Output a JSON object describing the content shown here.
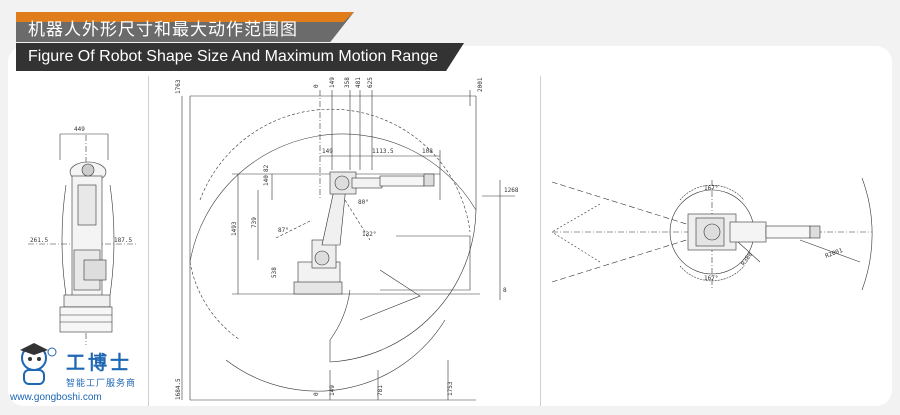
{
  "header": {
    "title_zh": "机器人外形尺寸和最大动作范围图",
    "title_en": "Figure Of Robot Shape Size And Maximum Motion Range"
  },
  "colors": {
    "accent": "#e07c1a",
    "banner": "#6b6b6b",
    "subbar": "#333333",
    "brand": "#1e67b3"
  },
  "front_view": {
    "width_dim": "449",
    "left_dim": "261.5",
    "right_dim": "187.5"
  },
  "side_view": {
    "top_dims": [
      "0",
      "149",
      "358",
      "481",
      "625"
    ],
    "top_right_dim": "2001",
    "left_top_dim": "1763",
    "left_bottom_dim": "1684.5",
    "arm_dims": [
      "149",
      "1113.5",
      "108"
    ],
    "vert_dims": [
      "140",
      "82",
      "1493",
      "739",
      "538"
    ],
    "angle_dims": [
      "80°",
      "87°",
      "132°"
    ],
    "right_dim": "1268",
    "small_dim": "8",
    "bottom_dims": [
      "0",
      "149",
      "781",
      "1753"
    ]
  },
  "top_view": {
    "angles": [
      "167°",
      "167°"
    ],
    "r_small": "R380",
    "r_large": "R2001"
  },
  "logo": {
    "name": "工博士",
    "sub": "智能工厂服务商",
    "url": "www.gongboshi.com"
  }
}
